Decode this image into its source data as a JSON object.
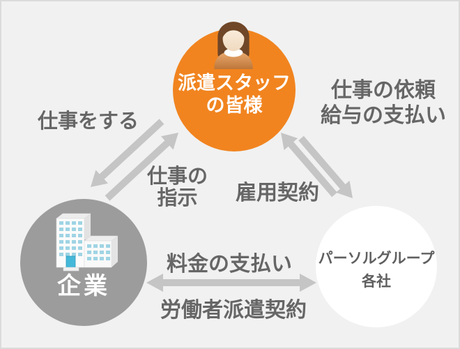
{
  "diagram": {
    "type": "relationship-diagram",
    "nodes": {
      "staff": {
        "line1": "派遣スタッフ",
        "line2": "の皆様",
        "color": "#F1841F",
        "text_color": "#FFFFFF",
        "icon": "person-icon"
      },
      "company": {
        "label": "企業",
        "color": "#9C9C9C",
        "text_color": "#FFFFFF",
        "icon": "building-icon"
      },
      "persol": {
        "line1": "パーソルグループ",
        "line2": "各社",
        "color": "#FFFFFF",
        "text_color": "#5F5F5F"
      }
    },
    "labels": {
      "work_do": "仕事をする",
      "work_instruction_line1": "仕事の",
      "work_instruction_line2": "指示",
      "employment_contract": "雇用契約",
      "job_request_line1": "仕事の依頼",
      "job_request_line2": "給与の支払い",
      "fee_payment": "料金の支払い",
      "dispatch_contract": "労働者派遣契約"
    },
    "colors": {
      "background": "#F1F1F1",
      "border": "#DBDBDB",
      "arrow": "#C5C5C5",
      "label_text": "#666666"
    }
  }
}
